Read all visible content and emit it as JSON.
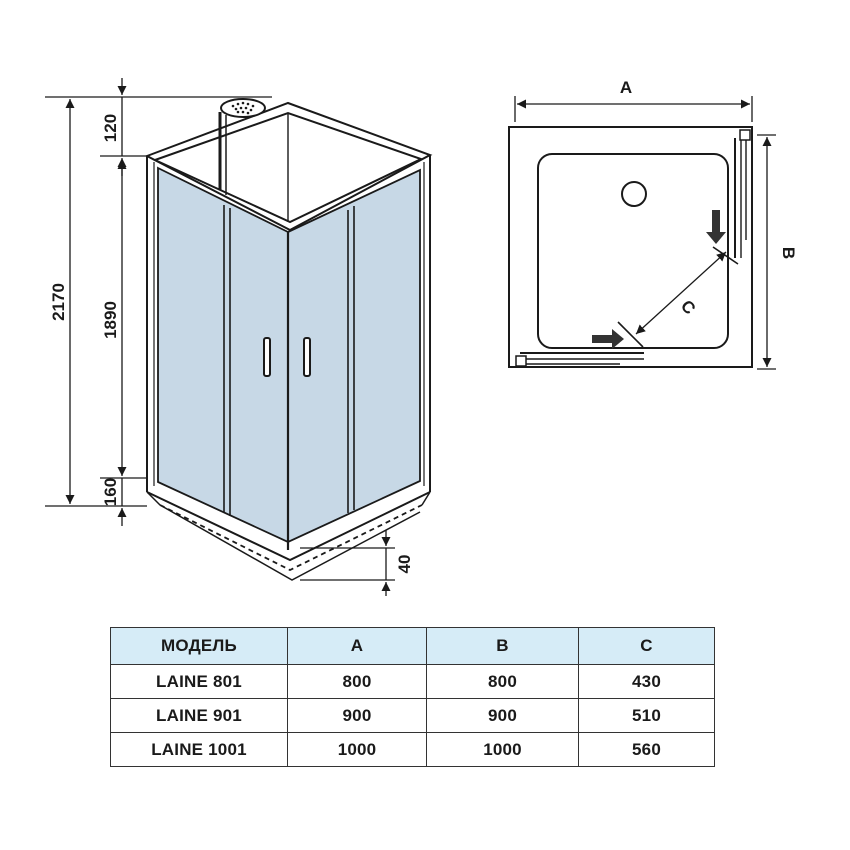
{
  "colors": {
    "glass": "#c7d8e6",
    "line": "#1a1a1a",
    "table_header_bg": "#d6ecf7",
    "arrow": "#333333"
  },
  "dimensions": {
    "total_height": "2170",
    "top_height": "120",
    "door_height": "1890",
    "base_height": "160",
    "tray_depth": "40",
    "width_label": "A",
    "depth_label": "B",
    "entry_label": "C"
  },
  "table": {
    "headers": [
      "МОДЕЛЬ",
      "A",
      "B",
      "C"
    ],
    "rows": [
      [
        "LAINE 801",
        "800",
        "800",
        "430"
      ],
      [
        "LAINE 901",
        "900",
        "900",
        "510"
      ],
      [
        "LAINE 1001",
        "1000",
        "1000",
        "560"
      ]
    ]
  }
}
